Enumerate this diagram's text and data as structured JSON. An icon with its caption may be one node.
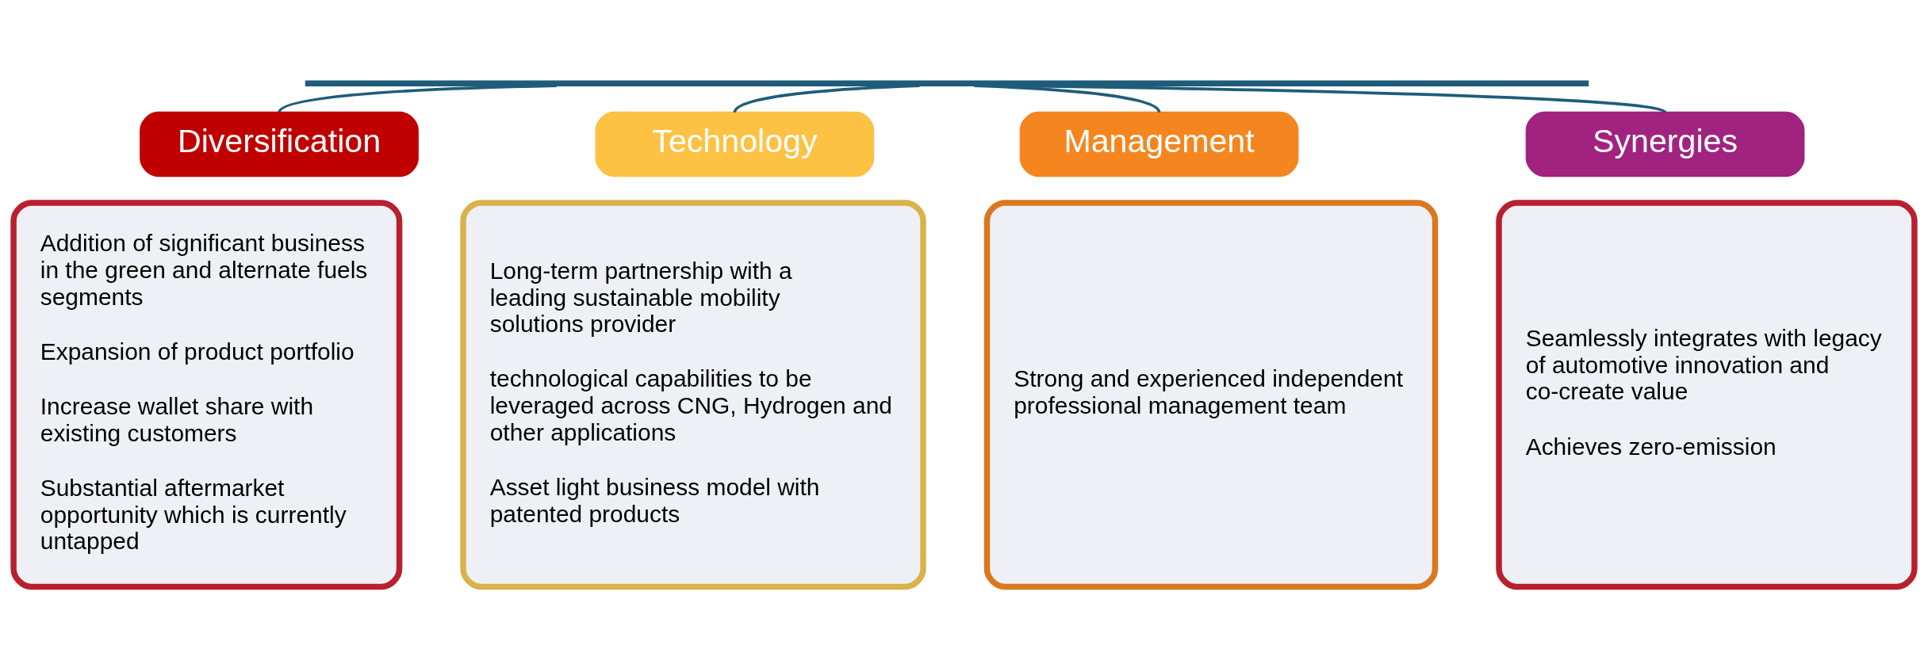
{
  "diagram": {
    "nodes": [
      {
        "text": [],
        "shape": "bar"
      },
      {
        "text": [
          "Diversification"
        ]
      },
      {
        "text": [
          "Addition of significant business in the green and alternate fuels segments",
          "Expansion of product portfolio",
          "Increase wallet share with existing customers",
          "Substantial aftermarket opportunity which is currently untapped"
        ]
      },
      {
        "text": [
          "Technology"
        ]
      },
      {
        "text": [
          "Long-term partnership with a leading sustainable mobility solutions provider",
          "technological capabilities to be leveraged across CNG, Hydrogen and other applications",
          "Asset light business model with patented products"
        ]
      },
      {
        "text": [
          "Management"
        ]
      },
      {
        "text": [
          "Strong and experienced independent professional management team"
        ]
      },
      {
        "text": [
          "Synergies"
        ]
      },
      {
        "text": [
          "Seamlessly integrates with legacy of automotive innovation and co-create value",
          "Achieves zero-emission"
        ]
      }
    ],
    "edges": [
      {
        "from": 0,
        "to": 1,
        "arrow": "none"
      },
      {
        "from": 0,
        "to": 3,
        "arrow": "none"
      },
      {
        "from": 0,
        "to": 5,
        "arrow": "none"
      },
      {
        "from": 0,
        "to": 7,
        "arrow": "none"
      }
    ]
  }
}
